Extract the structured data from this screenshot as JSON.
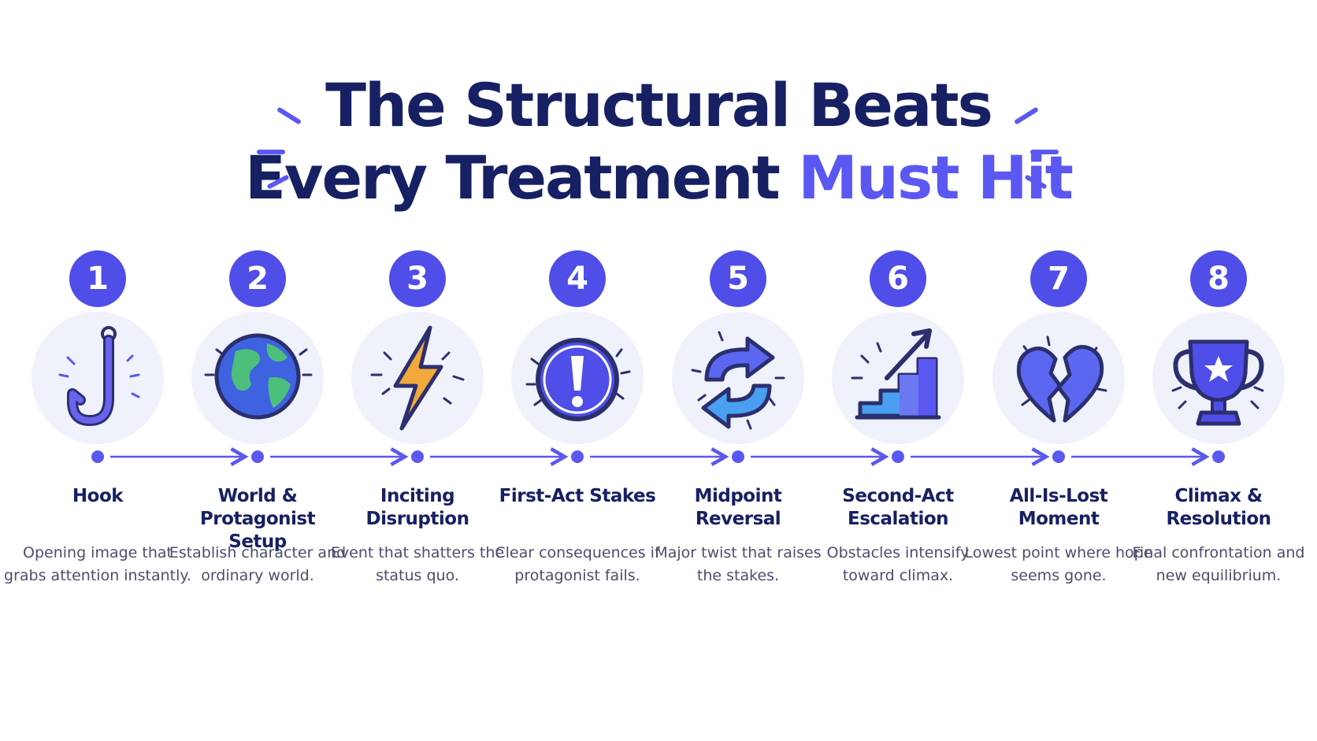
{
  "title": {
    "line1": "The Structural Beats",
    "line2_main": "Every Treatment",
    "line2_accent": "Must Hit"
  },
  "colors": {
    "navy": "#172063",
    "accent": "#5b58f2",
    "badge": "#4f4ee8",
    "icon_bg": "#eff1fb",
    "body_text": "#4a4f6a"
  },
  "beats": [
    {
      "number": "1",
      "title": "Hook",
      "desc": "Opening image that grabs attention instantly.",
      "icon": "fishing-hook-icon"
    },
    {
      "number": "2",
      "title": "World & Protagonist Setup",
      "desc": "Establish character and ordinary world.",
      "icon": "globe-icon"
    },
    {
      "number": "3",
      "title": "Inciting Disruption",
      "desc": "Event that shatters the status quo.",
      "icon": "lightning-bolt-icon"
    },
    {
      "number": "4",
      "title": "First-Act Stakes",
      "desc": "Clear consequences if protagonist fails.",
      "icon": "exclamation-icon"
    },
    {
      "number": "5",
      "title": "Midpoint Reversal",
      "desc": "Major twist that raises the stakes.",
      "icon": "reverse-arrows-icon"
    },
    {
      "number": "6",
      "title": "Second-Act Escalation",
      "desc": "Obstacles intensify toward climax.",
      "icon": "rising-stairs-icon"
    },
    {
      "number": "7",
      "title": "All-Is-Lost Moment",
      "desc": "Lowest point where hope seems gone.",
      "icon": "broken-heart-icon"
    },
    {
      "number": "8",
      "title": "Climax & Resolution",
      "desc": "Final confrontation and new equilibrium.",
      "icon": "trophy-icon"
    }
  ]
}
